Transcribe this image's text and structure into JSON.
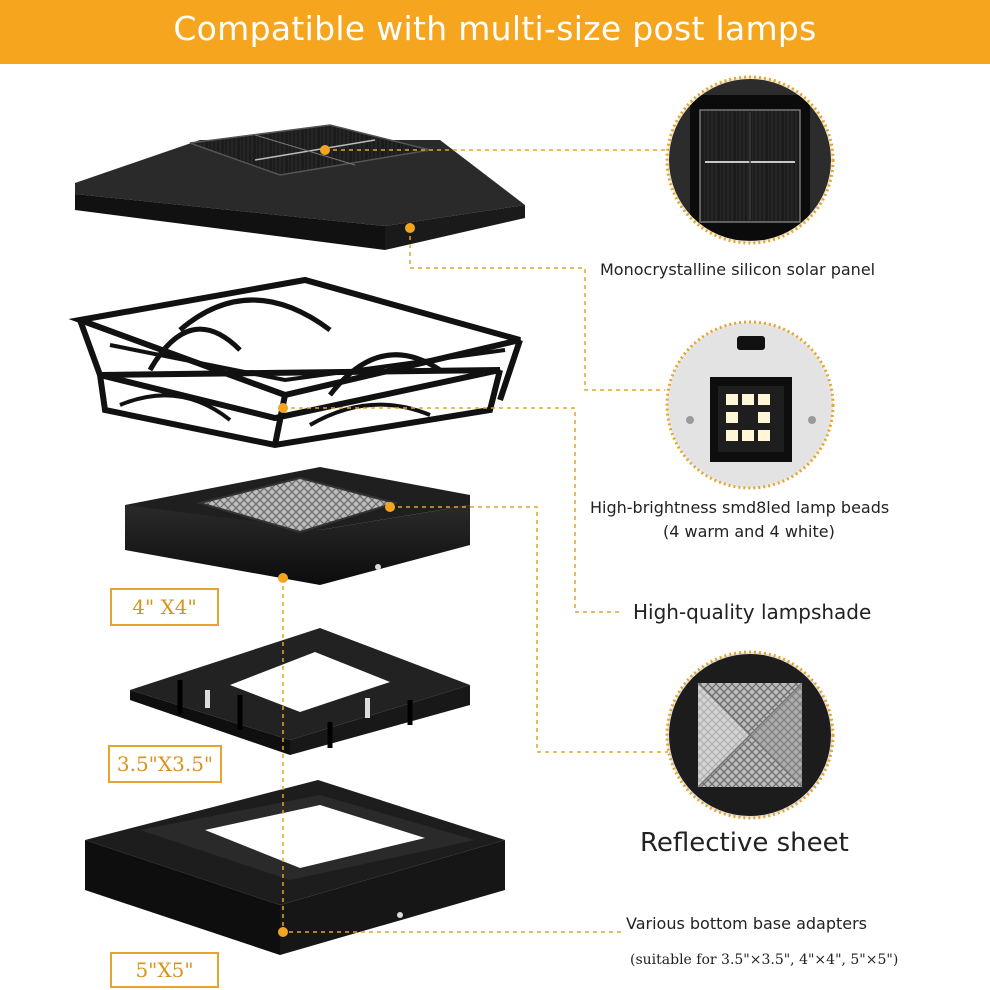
{
  "banner": {
    "title": "Compatible with multi-size post lamps",
    "color": "#f6a51f"
  },
  "accent_color": "#e4a52f",
  "parts": [
    {
      "name": "solar-panel-lid",
      "label": "Monocrystalline silicon solar panel"
    },
    {
      "name": "decorative-frame"
    },
    {
      "name": "lamp-body"
    },
    {
      "name": "adapter-3-5"
    },
    {
      "name": "adapter-5"
    }
  ],
  "callouts": {
    "solar_panel": "Monocrystalline silicon solar panel",
    "lamp_beads_line1": "High-brightness smd8led lamp beads",
    "lamp_beads_line2": "(4 warm and 4 white)",
    "lampshade": "High-quality lampshade",
    "reflective_sheet": "Reflective sheet",
    "base_adapters": "Various bottom base adapters",
    "base_adapters_note": "(suitable for 3.5\"×3.5\", 4\"×4\", 5\"×5\")"
  },
  "sizes": {
    "size_4": "4\" X4\"",
    "size_3_5": "3.5\"X3.5\"",
    "size_5": "5\"X5\""
  },
  "icons": [
    "solar-panel-closeup-icon",
    "led-beads-closeup-icon",
    "reflective-sheet-closeup-icon"
  ]
}
